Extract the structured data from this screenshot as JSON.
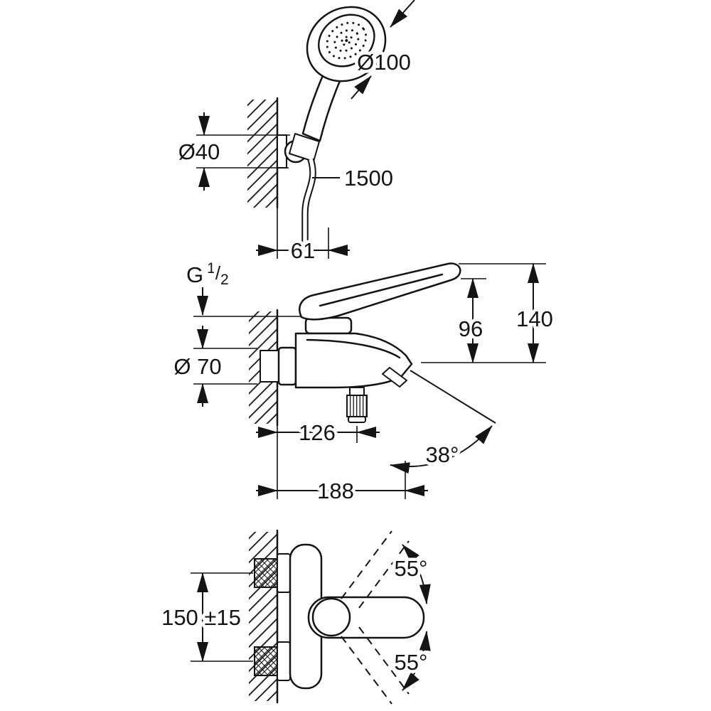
{
  "colors": {
    "ink": "#141414",
    "paper": "#ffffff"
  },
  "drawing": {
    "shower_view": {
      "head_diameter": "Ø100",
      "holder_diameter": "Ø40",
      "hose_length": "1500",
      "holder_offset": "61"
    },
    "side_view": {
      "thread": {
        "g": "G",
        "num": "1",
        "slash": "/",
        "den": "2"
      },
      "escutcheon_diameter": "Ø 70",
      "body_height": "96",
      "total_height": "140",
      "diverter_offset": "126",
      "spout_angle": "38°",
      "spout_reach": "188"
    },
    "front_view": {
      "connection_distance": "150 ±15",
      "lever_angle_up": "55°",
      "lever_angle_down": "55°"
    }
  }
}
